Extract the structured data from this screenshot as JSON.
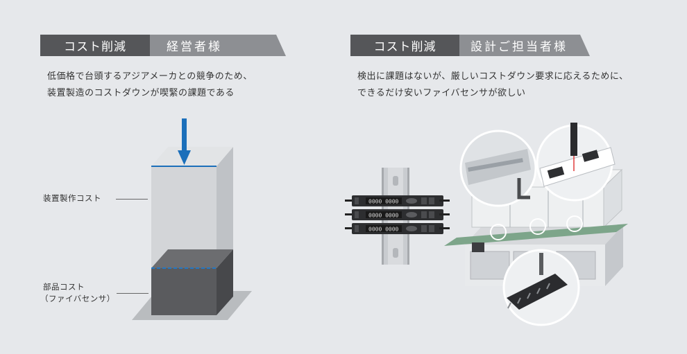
{
  "left": {
    "tag_primary": "コスト削減",
    "tag_secondary": "経営者様",
    "description_lines": [
      "低価格で台頭するアジアメーカとの競争のため、",
      "装置製造のコストダウンが喫緊の課題である"
    ],
    "label_device_cost": "装置製作コスト",
    "label_parts_cost_line1": "部品コスト",
    "label_parts_cost_line2": "（ファイバセンサ）",
    "colors": {
      "arrow": "#1b6fba",
      "dashed_line": "#2478c4"
    }
  },
  "right": {
    "tag_primary": "コスト削減",
    "tag_secondary": "設計ご担当者様",
    "description_lines": [
      "検出に課題はないが、厳しいコストダウン要求に応えるために、",
      "できるだけ安いファイバセンサが欲しい"
    ],
    "sensor_display_text": "0000 0000"
  },
  "colors": {
    "background": "#e6e8eb",
    "tag_dark": "#555659",
    "tag_light": "#8d8f93"
  }
}
